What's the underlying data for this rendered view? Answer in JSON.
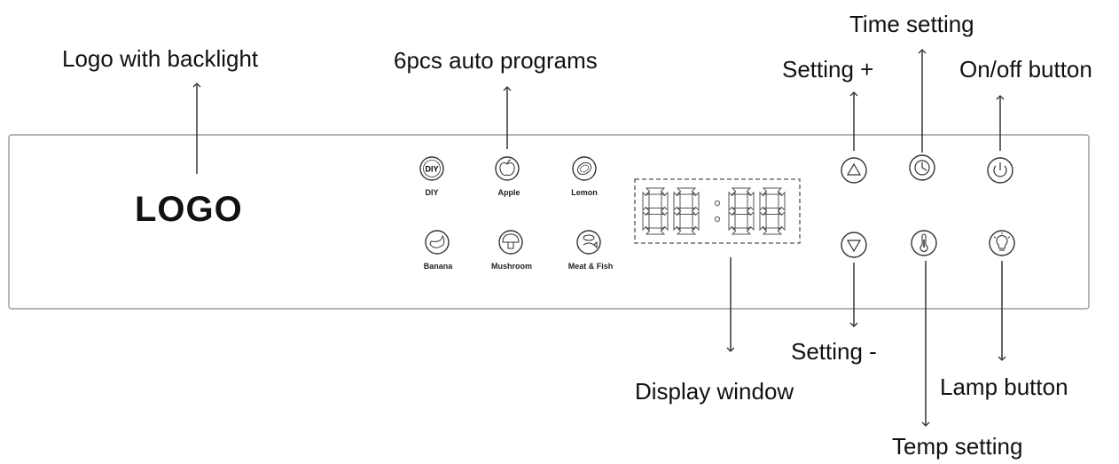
{
  "callouts": {
    "logo_backlight": "Logo with backlight",
    "auto_programs": "6pcs auto programs",
    "time_setting": "Time setting",
    "setting_plus": "Setting +",
    "on_off": "On/off button",
    "setting_minus": "Setting -",
    "display_window": "Display window",
    "lamp_button": "Lamp button",
    "temp_setting": "Temp setting"
  },
  "panel": {
    "logo": "LOGO",
    "programs": [
      {
        "label": "DIY",
        "icon": "diy-icon",
        "badge": "DIY"
      },
      {
        "label": "Apple",
        "icon": "apple-icon"
      },
      {
        "label": "Lemon",
        "icon": "lemon-icon"
      },
      {
        "label": "Banana",
        "icon": "banana-icon"
      },
      {
        "label": "Mushroom",
        "icon": "mushroom-icon"
      },
      {
        "label": "Meat & Fish",
        "icon": "meat-fish-icon"
      }
    ],
    "display": {
      "digits": "88:88"
    },
    "controls": [
      "triangle-up-icon",
      "clock-icon",
      "power-icon",
      "triangle-down-icon",
      "thermometer-icon",
      "lamp-icon"
    ]
  },
  "colors": {
    "line": "#444444",
    "panel_border": "#888888"
  }
}
